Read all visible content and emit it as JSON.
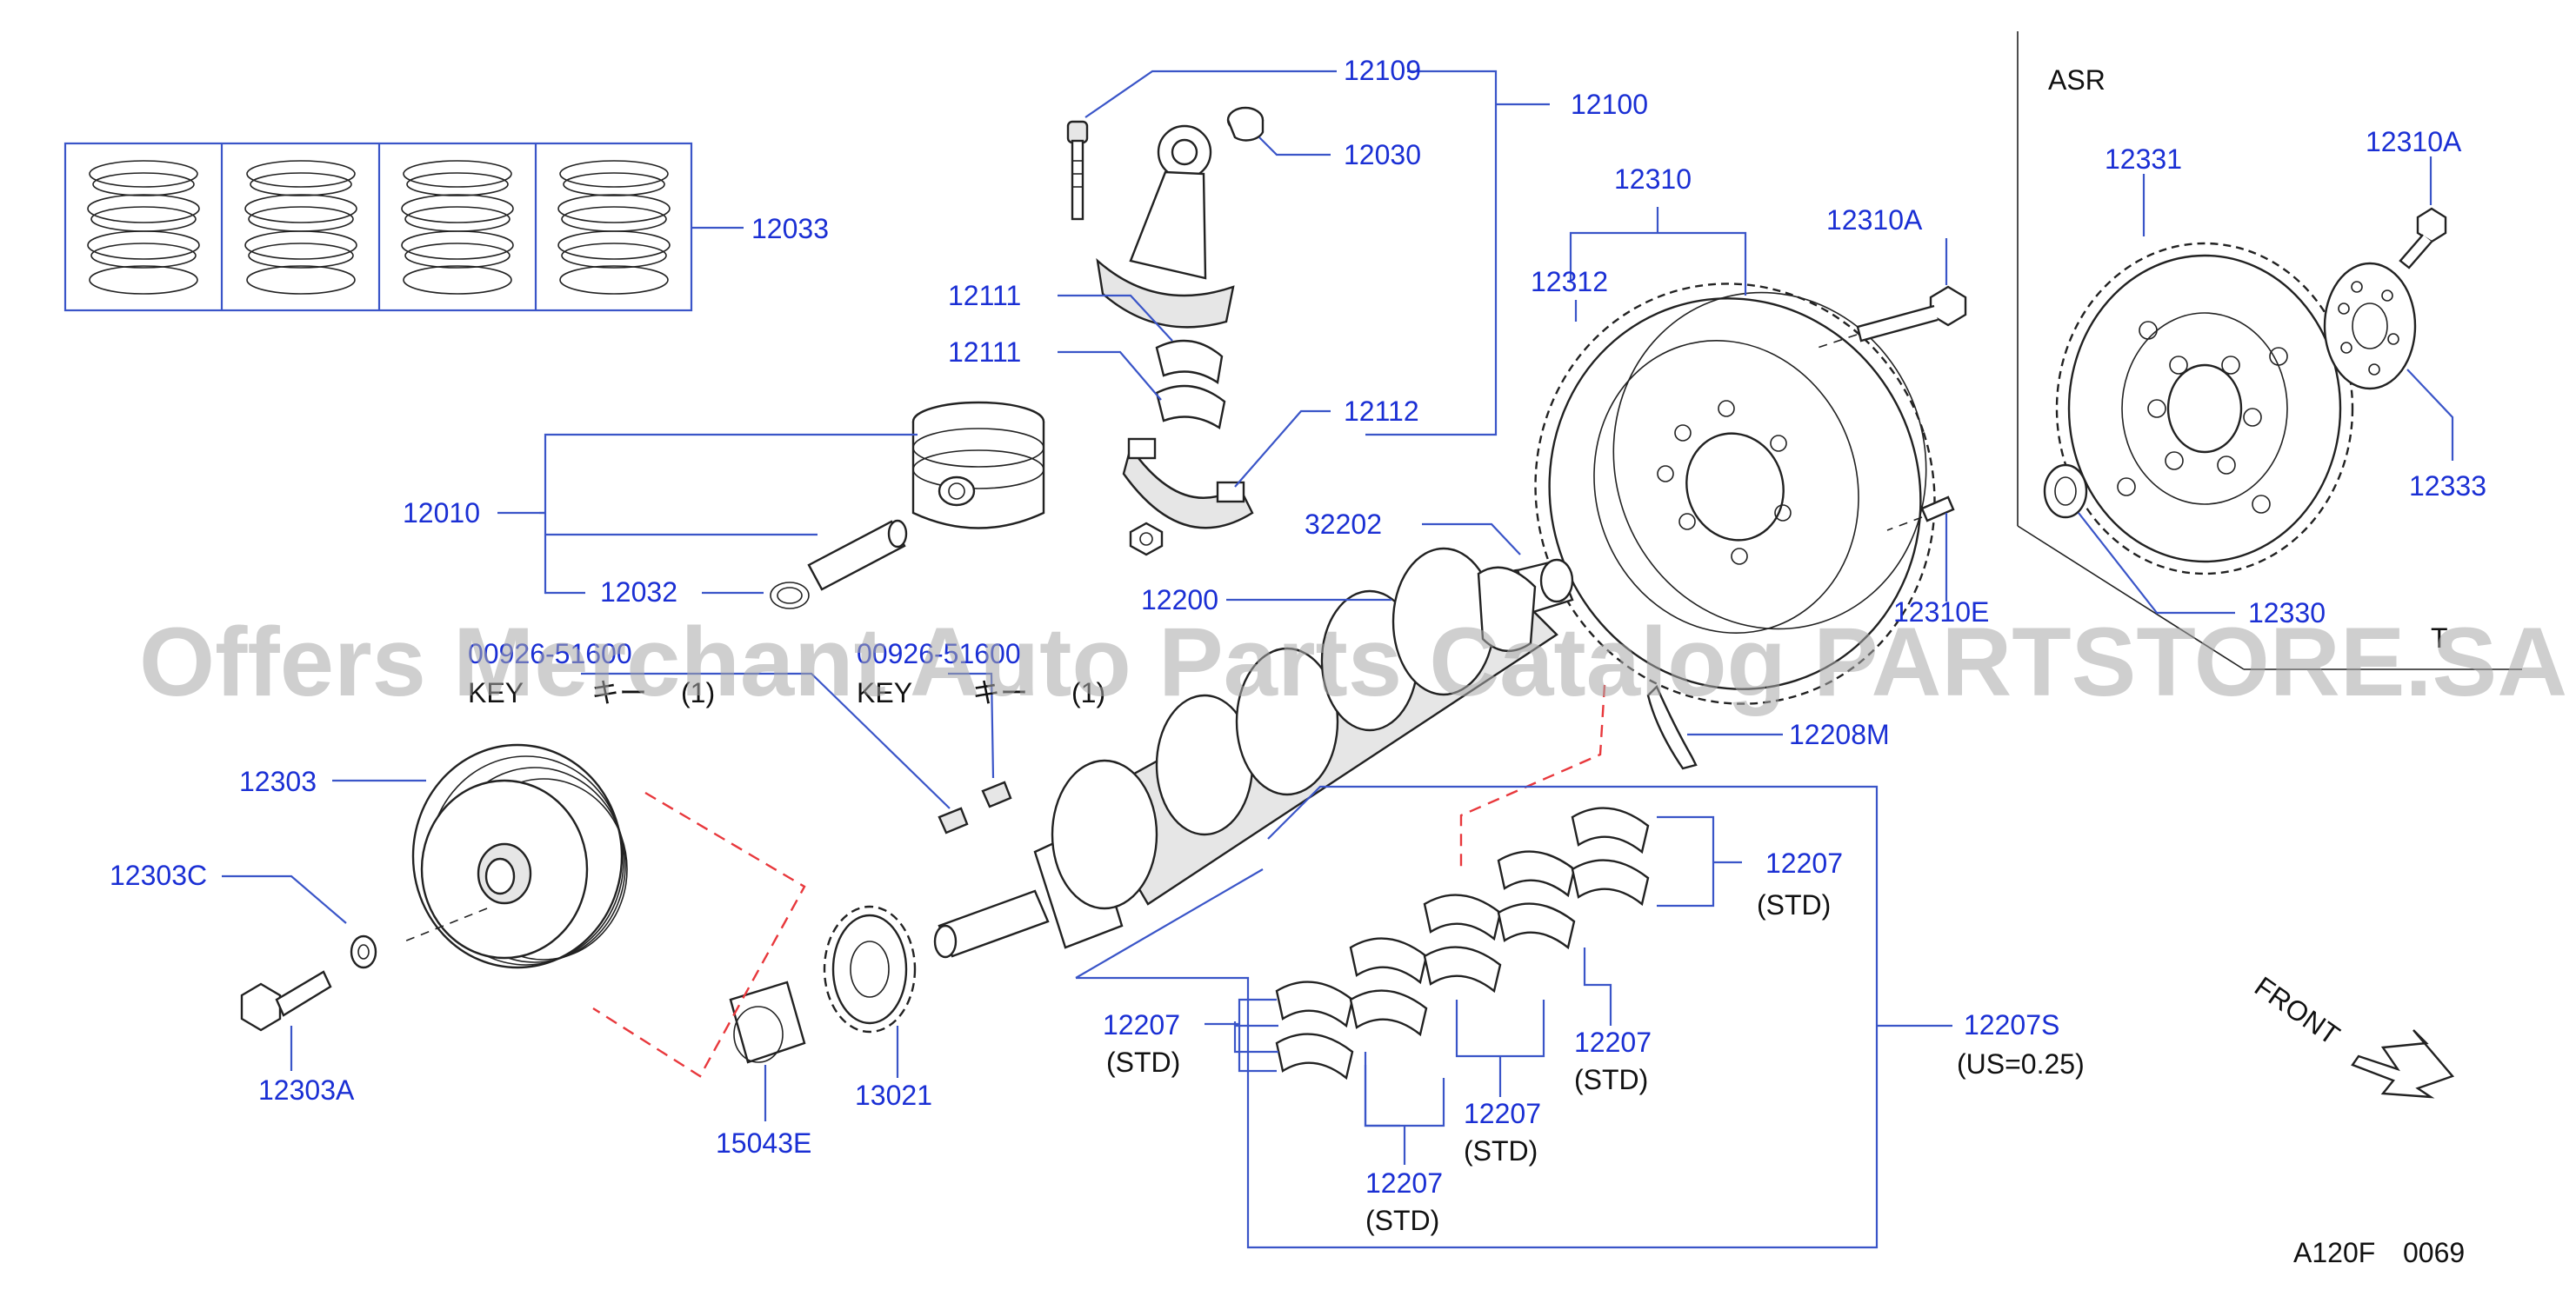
{
  "diagram": {
    "part_labels": {
      "p12109": "12109",
      "p12100": "12100",
      "p12030": "12030",
      "p12033": "12033",
      "p12111a": "12111",
      "p12111b": "12111",
      "p12112": "12112",
      "p12010": "12010",
      "p12032": "12032",
      "p12310": "12310",
      "p12312": "12312",
      "p12310A": "12310A",
      "p32202": "32202",
      "p12200": "12200",
      "p12310E": "12310E",
      "p12208M": "12208M",
      "p12303": "12303",
      "p12303C": "12303C",
      "p12303A": "12303A",
      "p15043E": "15043E",
      "p13021": "13021",
      "p12207_1": "12207",
      "p12207_2": "12207",
      "p12207_3": "12207",
      "p12207_4": "12207",
      "p12207_5": "12207",
      "p12207S": "12207S",
      "key_a_no": "00926-51600",
      "key_b_no": "00926-51600",
      "asr_12331": "12331",
      "asr_12310A": "12310A",
      "asr_12333": "12333",
      "asr_12330": "12330"
    },
    "notes": {
      "std_1": "(STD)",
      "std_2": "(STD)",
      "std_3": "(STD)",
      "std_4": "(STD)",
      "std_5": "(STD)",
      "us025": "(US=0.25)",
      "key_a_text": "KEY",
      "key_a_kana": "キー",
      "key_a_qty": "(1)",
      "key_b_text": "KEY",
      "key_b_kana": "キー",
      "key_b_qty": "(1)",
      "asr_title": "ASR",
      "asr_cut": "T",
      "front": "FRONT"
    },
    "footer": {
      "code": "A120F",
      "number": "0069"
    },
    "watermark": "Offers Merchant Auto Parts Catalog PARTSTORE.SA",
    "colors": {
      "label_blue": "#1a2fd4",
      "leader_blue": "#3a55c8",
      "dash_red": "#e8383c",
      "ink": "#222222"
    }
  }
}
